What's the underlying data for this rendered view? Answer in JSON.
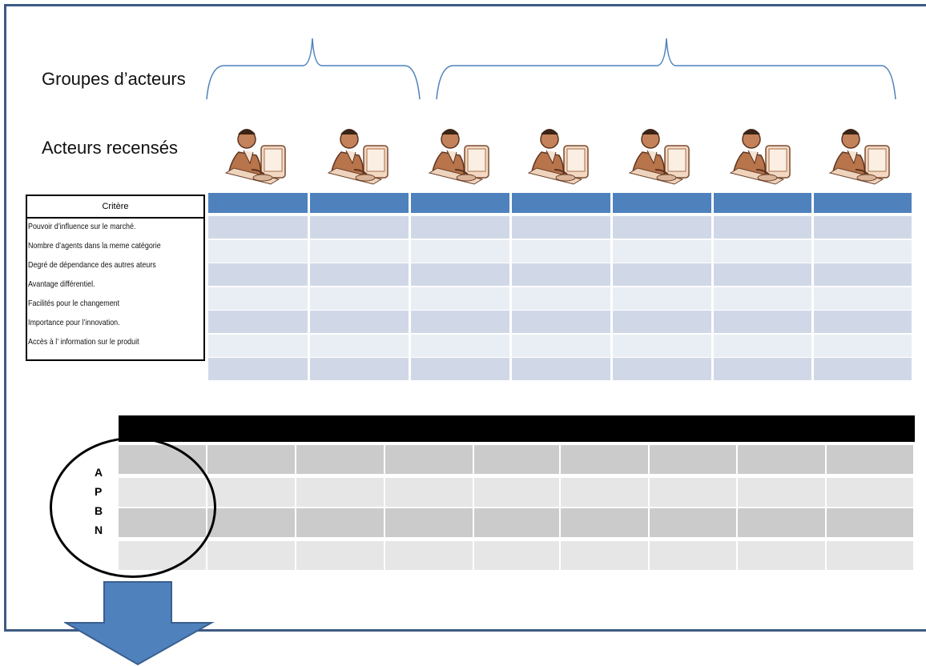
{
  "labels": {
    "groups": "Groupes d’acteurs",
    "actors": "Acteurs recensés"
  },
  "criteria_table": {
    "header": "Critère",
    "rows": [
      "Pouvoir d’influence sur le marché.",
      "Nombre d’agents dans la meme catégorie",
      "Degré de dépendance des autres ateurs",
      "Avantage différentiel.",
      "Facilités pour le changement",
      "Importance pour l’innovation.",
      "Accès à l’ information sur le produit"
    ]
  },
  "actors": [
    "person-at-computer-icon",
    "person-at-computer-icon",
    "person-at-computer-icon",
    "person-at-computer-icon",
    "person-at-computer-icon",
    "person-at-computer-icon",
    "person-at-computer-icon"
  ],
  "classification": {
    "letters": [
      "A",
      "P",
      "B",
      "N"
    ]
  },
  "colors": {
    "frame": "#3d5a82",
    "header_blue": "#4f81bd",
    "row_dark": "#d0d8e8",
    "row_light": "#e9edf4",
    "gray_dark": "#cbcbcb",
    "gray_light": "#e6e6e6",
    "arrow": "#4f81bd"
  }
}
